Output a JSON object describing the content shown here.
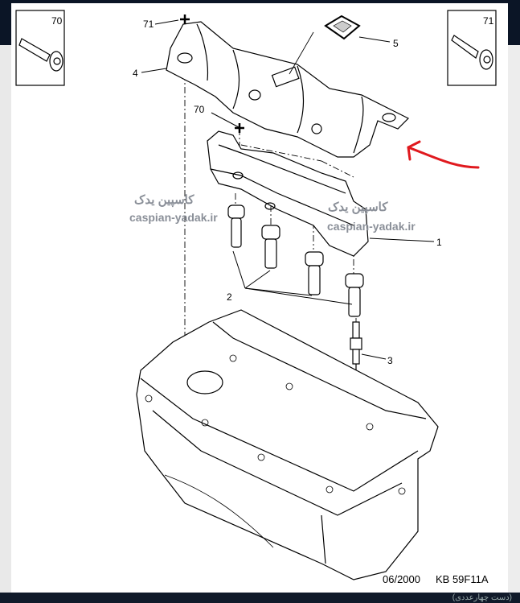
{
  "diagram": {
    "inset_left": {
      "label": "70",
      "icon": "screw-flange-icon"
    },
    "inset_right": {
      "label": "71",
      "icon": "screw-tapping-icon"
    },
    "callouts": {
      "p71": "71",
      "p4": "4",
      "p5": "5",
      "p70": "70",
      "p1": "1",
      "p2": "2",
      "p3": "3"
    },
    "watermark": {
      "fa": "کاسپین یدک",
      "en": "caspian-yadak.ir"
    },
    "footer": {
      "date": "06/2000",
      "code": "KB 59F11A"
    },
    "annotation_color": "#e0191e"
  },
  "bottom_bar": {
    "text": "(دست چهارعددی)"
  }
}
